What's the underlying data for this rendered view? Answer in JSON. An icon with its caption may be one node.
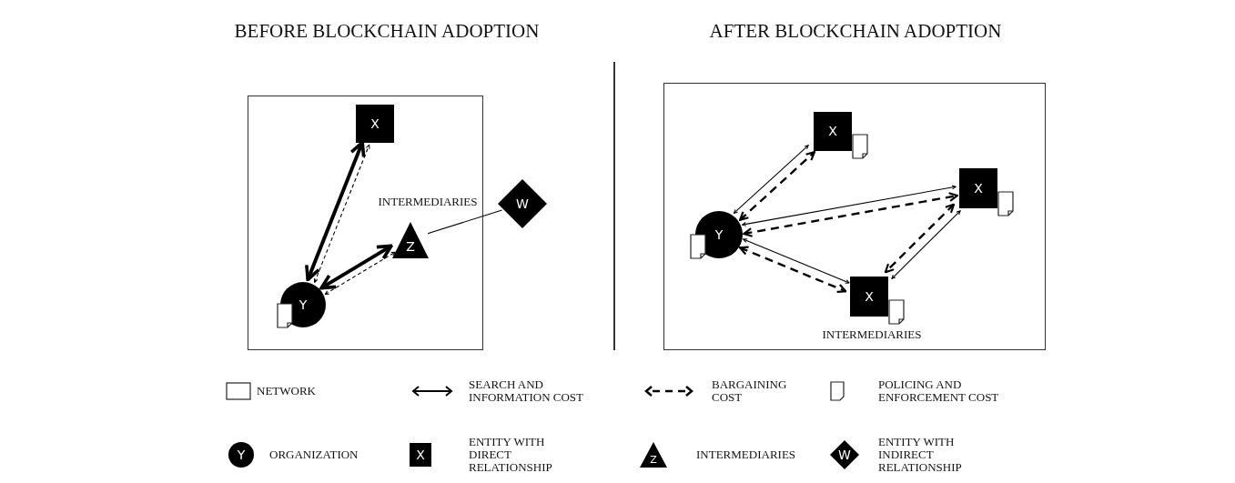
{
  "diagram": {
    "nodes": [
      {
        "text": [],
        "shape": "box"
      },
      {
        "text": [
          "X"
        ],
        "in": 0
      },
      {
        "text": [
          "Z"
        ],
        "in": 0,
        "beside": [
          "INTERMEDIARIES"
        ]
      },
      {
        "text": [
          "Y"
        ],
        "in": 0
      },
      {
        "text": [
          "W"
        ]
      },
      {
        "text": [],
        "shape": "box"
      },
      {
        "text": [
          "Y"
        ],
        "in": 5
      },
      {
        "text": [
          "X"
        ],
        "in": 5
      },
      {
        "text": [
          "X"
        ],
        "in": 5
      },
      {
        "text": [
          "X"
        ],
        "in": 5,
        "beside": [
          "INTERMEDIARIES"
        ]
      }
    ],
    "edges": [
      {
        "from": 3,
        "to": 1,
        "arrow": "both",
        "style": "thick"
      },
      {
        "from": 3,
        "to": 1,
        "arrow": "both",
        "style": "dashed"
      },
      {
        "from": 3,
        "to": 2,
        "arrow": "both",
        "style": "thick"
      },
      {
        "from": 3,
        "to": 2,
        "arrow": "both",
        "style": "dashed"
      },
      {
        "from": 2,
        "to": 4,
        "arrow": "none"
      },
      {
        "from": 6,
        "to": 7,
        "arrow": "both"
      },
      {
        "from": 6,
        "to": 7,
        "arrow": "both",
        "style": "dashed"
      },
      {
        "from": 6,
        "to": 8,
        "arrow": "both"
      },
      {
        "from": 6,
        "to": 8,
        "arrow": "both",
        "style": "dashed"
      },
      {
        "from": 6,
        "to": 9,
        "arrow": "both"
      },
      {
        "from": 6,
        "to": 9,
        "arrow": "both",
        "style": "dashed"
      },
      {
        "from": 8,
        "to": 9,
        "arrow": "both"
      },
      {
        "from": 8,
        "to": 9,
        "arrow": "both",
        "style": "dashed"
      }
    ],
    "labels": [
      "BEFORE BLOCKCHAIN ADOPTION",
      "AFTER BLOCKCHAIN ADOPTION",
      "Y",
      "X",
      "Z",
      "W"
    ],
    "legend": [
      {
        "text": "NETWORK"
      },
      {
        "text": "SEARCH AND INFORMATION COST"
      },
      {
        "text": "BARGAINING COST"
      },
      {
        "text": "POLICING AND ENFORCEMENT COST"
      },
      {
        "text": "ORGANIZATION"
      },
      {
        "text": "ENTITY WITH DIRECT RELATIONSHIP"
      },
      {
        "text": "INTERMEDIARIES"
      },
      {
        "text": "ENTITY WITH INDIRECT RELATIONSHIP"
      }
    ]
  }
}
